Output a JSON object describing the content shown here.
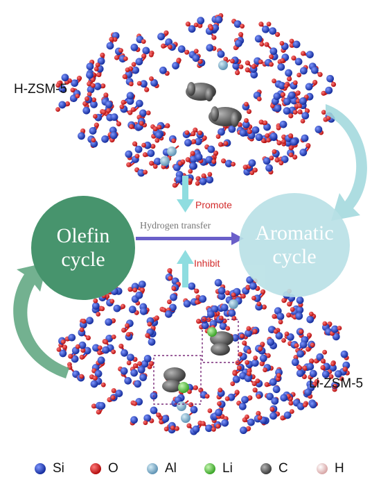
{
  "labels": {
    "h_zsm5": "H-ZSM-5",
    "li_zsm5": "Li-ZSM-5",
    "promote": "Promote",
    "inhibit": "Inhibit",
    "hydrogen_transfer": "Hydrogen transfer",
    "olefin_line1": "Olefin",
    "olefin_line2": "cycle",
    "aromatic_line1": "Aromatic",
    "aromatic_line2": "cycle"
  },
  "legend": [
    {
      "symbol": "Si",
      "color": "#1f3fc4"
    },
    {
      "symbol": "O",
      "color": "#e11a1a"
    },
    {
      "symbol": "Al",
      "color": "#7fb0cc"
    },
    {
      "symbol": "Li",
      "color": "#62c94a"
    },
    {
      "symbol": "C",
      "color": "#555555"
    },
    {
      "symbol": "H",
      "color": "#f2d3d3"
    }
  ],
  "colors": {
    "olefin_cycle": "#47946d",
    "aromatic_cycle": "#b9e1e6",
    "promote_arrow": "#8fdde0",
    "hydrogen_transfer_arrow": "#6a5fc9",
    "cycle_arrow_right": "#9fd7dc",
    "cycle_arrow_left": "#5aa37c"
  }
}
